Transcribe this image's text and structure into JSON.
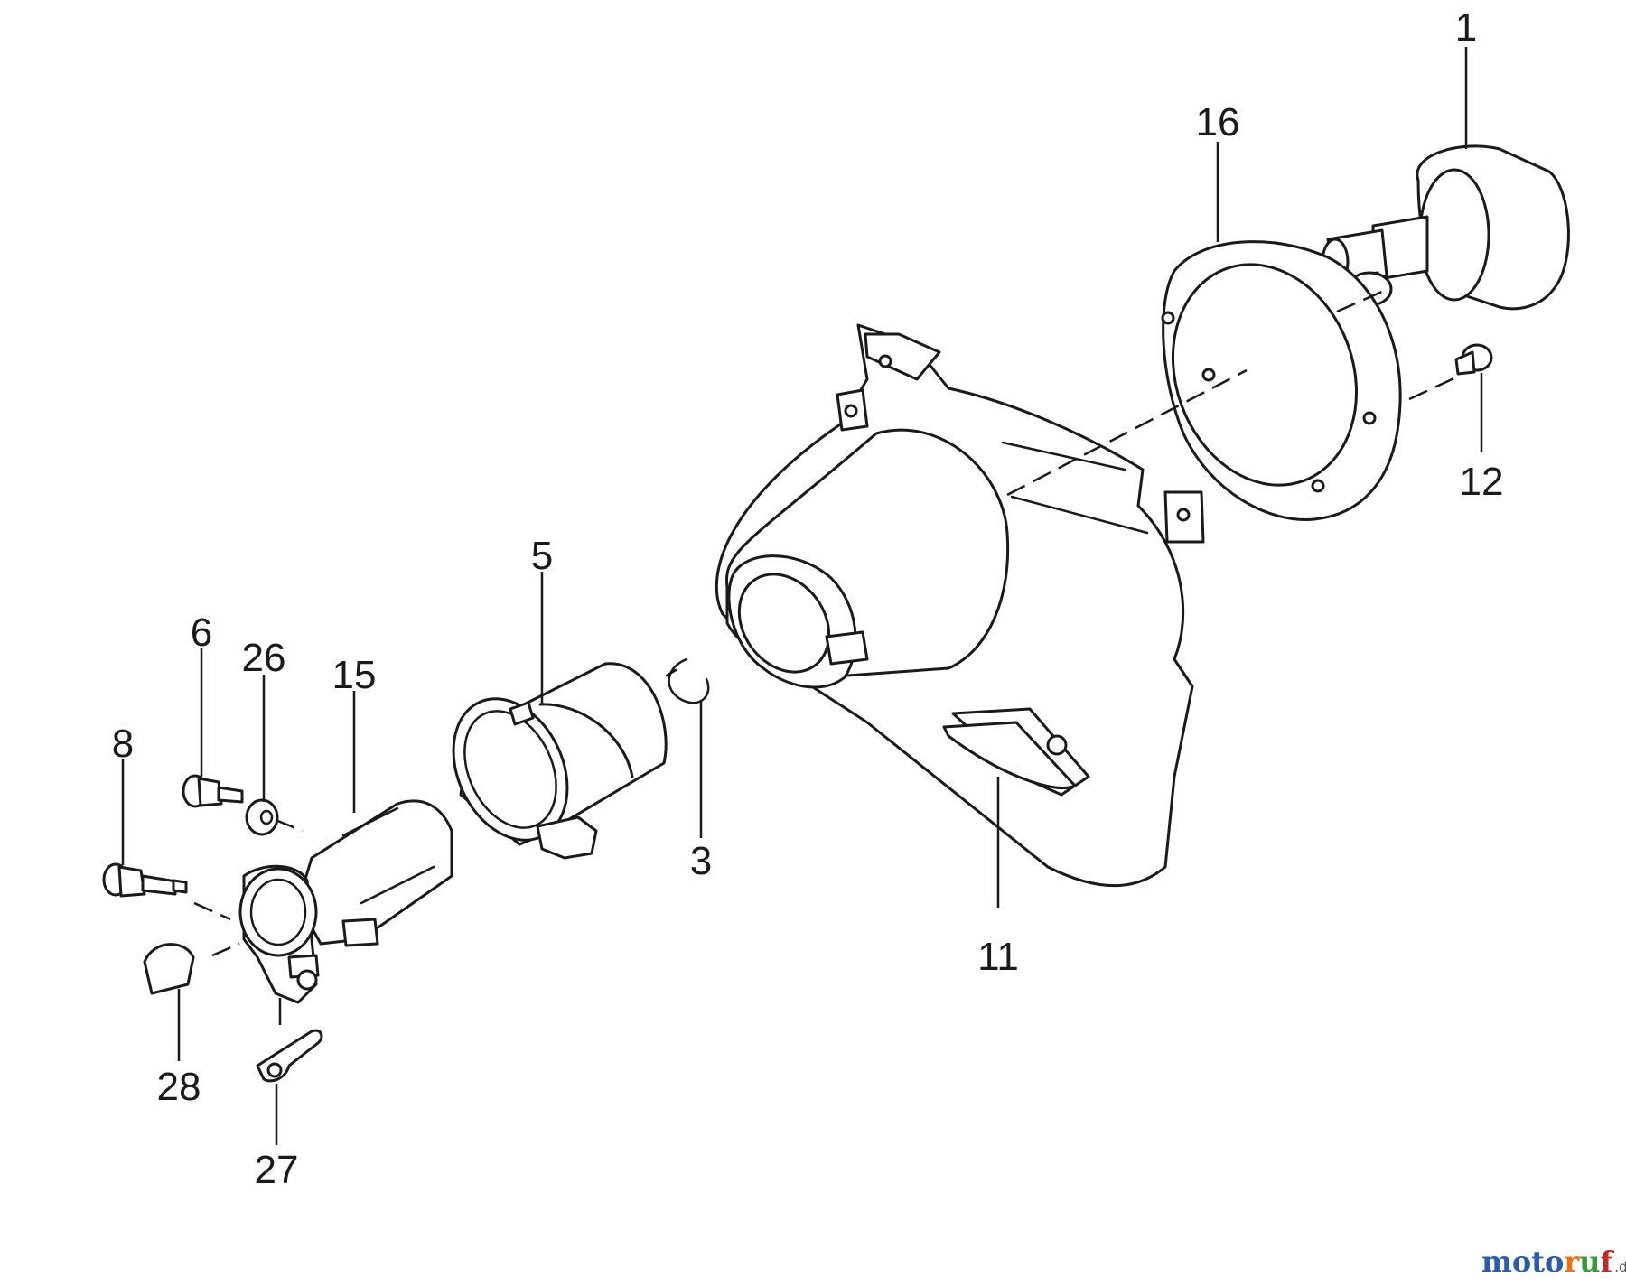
{
  "callouts": [
    {
      "id": "p1",
      "label": "1"
    },
    {
      "id": "p16",
      "label": "16"
    },
    {
      "id": "p12",
      "label": "12"
    },
    {
      "id": "p5",
      "label": "5"
    },
    {
      "id": "p3",
      "label": "3"
    },
    {
      "id": "p11",
      "label": "11"
    },
    {
      "id": "p6",
      "label": "6"
    },
    {
      "id": "p26",
      "label": "26"
    },
    {
      "id": "p15",
      "label": "15"
    },
    {
      "id": "p8",
      "label": "8"
    },
    {
      "id": "p28",
      "label": "28"
    },
    {
      "id": "p27",
      "label": "27"
    }
  ],
  "watermark": {
    "brand": "motoruf",
    "tld": ".de",
    "colors": [
      "#2a5caa",
      "#e8731a",
      "#3a9a3a",
      "#c02a2a"
    ]
  }
}
